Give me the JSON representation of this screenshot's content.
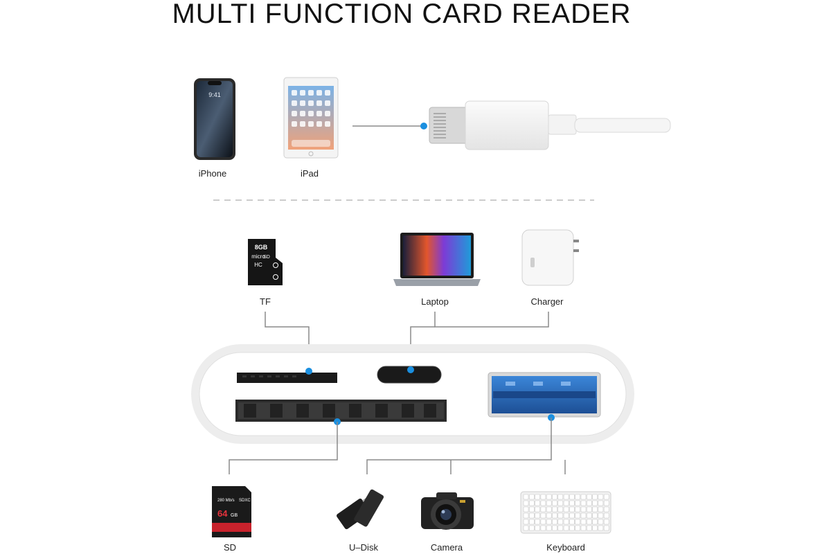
{
  "title": "MULTI FUNCTION CARD READER",
  "devices_top": {
    "iphone_label": "iPhone",
    "ipad_label": "iPad",
    "iphone_time": "9:41"
  },
  "devices_bottom": {
    "tf_label": "TF",
    "laptop_label": "Laptop",
    "charger_label": "Charger",
    "sd_label": "SD",
    "udisk_label": "U–Disk",
    "camera_label": "Camera",
    "keyboard_label": "Keyboard"
  },
  "tf_card": {
    "capacity": "8GB",
    "brand": "micro",
    "type": "SD",
    "class": "HC"
  },
  "sd_card": {
    "speed": "280 Mb/s",
    "capacity": "64",
    "unit": "GB",
    "type": "SDXC"
  },
  "colors": {
    "dot": "#1a8fe0",
    "line": "#8a8a8a",
    "usb_blue": "#2a6fc4"
  }
}
